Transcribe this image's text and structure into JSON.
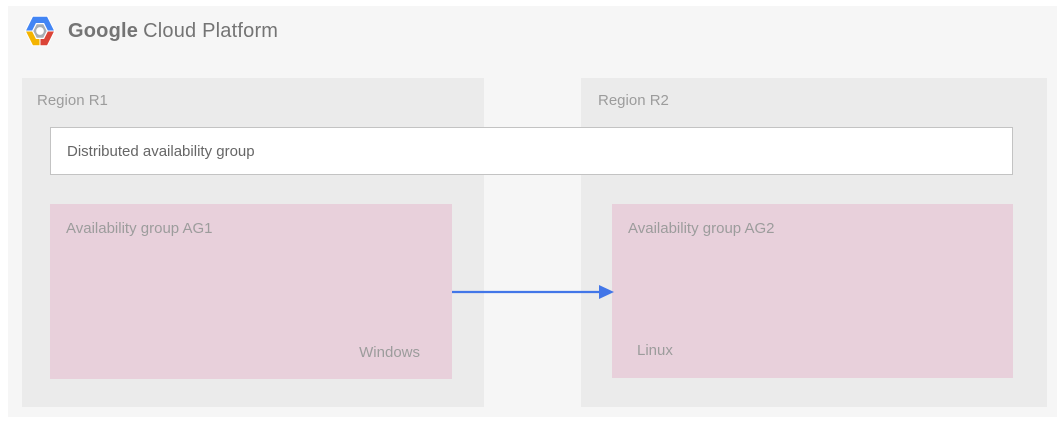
{
  "header": {
    "logo": "google-cloud-platform-hexagon",
    "brand_primary": "Google",
    "brand_secondary": "Cloud Platform"
  },
  "diagram": {
    "distributed_group_label": "Distributed availability group",
    "regions": [
      {
        "label": "Region R1",
        "availability_group": {
          "label": "Availability group AG1",
          "os_label": "Windows"
        }
      },
      {
        "label": "Region R2",
        "availability_group": {
          "label": "Availability group AG2",
          "os_label": "Linux"
        }
      }
    ],
    "arrow": {
      "from": "Availability group AG1",
      "to": "Availability group AG2",
      "direction": "right"
    }
  },
  "colors": {
    "panel_bg": "#f6f6f6",
    "region_bg": "#ebebeb",
    "group_bg": "#e8d0db",
    "arrow_blue": "#4276e8",
    "label_gray": "#9c9c9c",
    "dag_text": "#666666",
    "brand_gray": "#747474",
    "logo_blue": "#4285f4",
    "logo_red": "#db4437",
    "logo_yellow": "#f4b400",
    "logo_inner_gray": "#a9aeb4"
  }
}
